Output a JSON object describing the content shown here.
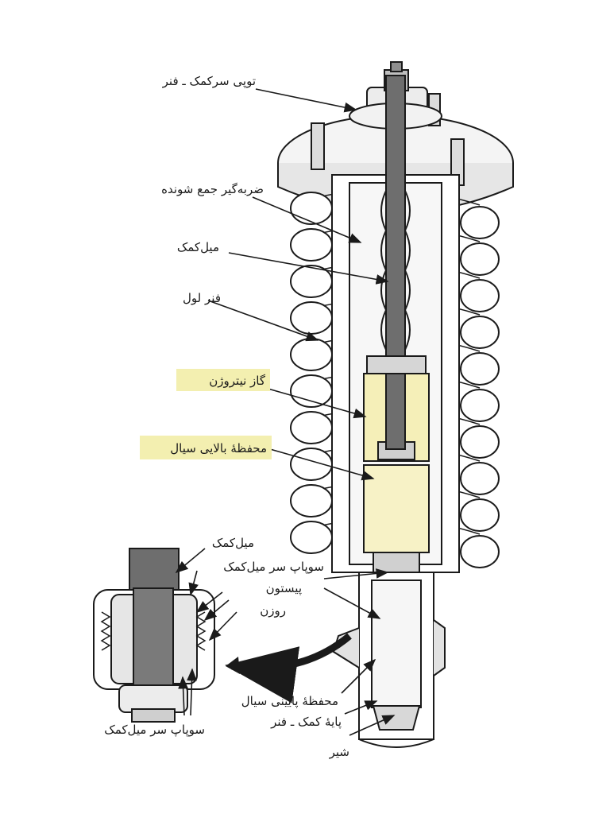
{
  "labels": {
    "spring_top_cap": "توپی سرکمک ـ فنر",
    "bump_stop": "ضربه‌گیر جمع شونده",
    "piston_rod": "میل‌کمک",
    "coil_spring": "فنر لول",
    "nitrogen_gas": "گاز نیتروژن",
    "upper_fluid_chamber": "محفظهٔ بالایی سیال",
    "detail_piston_rod": "میل‌کمک",
    "rod_head_valve_upper": "سوپاپ سر میل‌کمک",
    "piston": "پیستون",
    "orifice": "روزن",
    "lower_fluid_chamber": "محفظهٔ پایینی سیال",
    "strut_base": "پایهٔ کمک ـ فنر",
    "valve": "شیر",
    "rod_head_valve_lower": "سوپاپ سر میل‌کمک"
  },
  "colors": {
    "line": "#1a1a1a",
    "highlight": "#f3efb0",
    "gas_fill": "#f5efb8",
    "rod": "#6e6e6e",
    "shade": "#d9d9d9"
  }
}
